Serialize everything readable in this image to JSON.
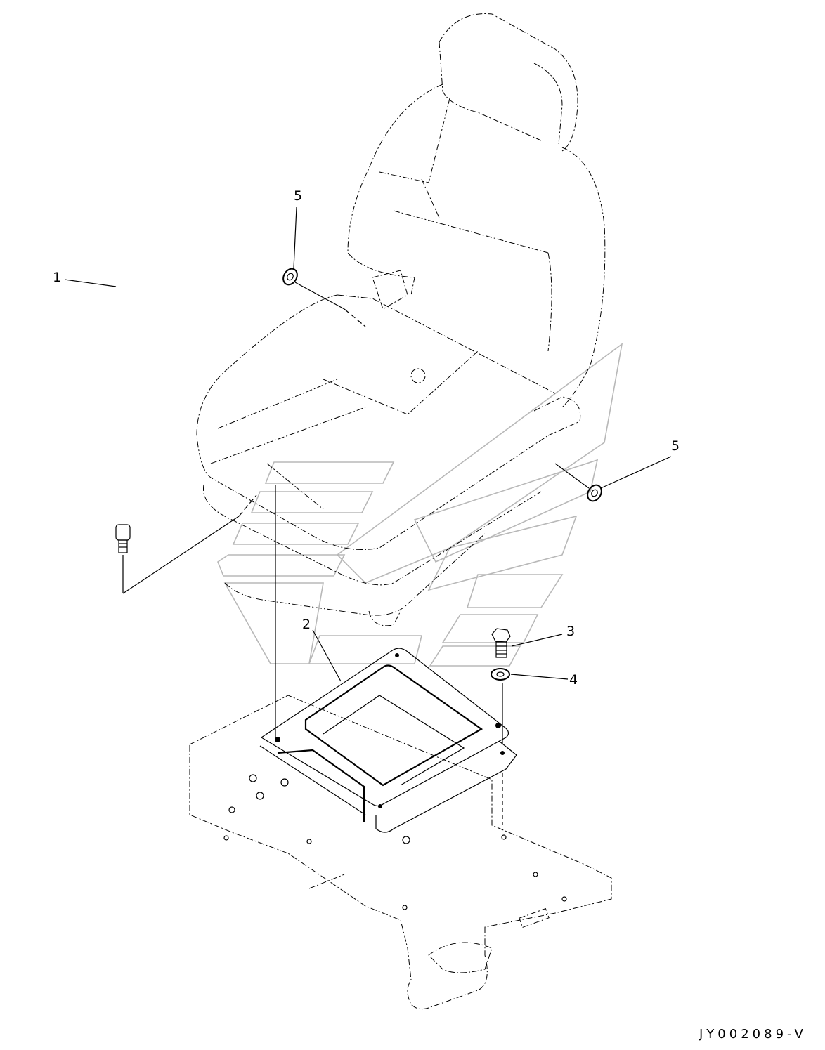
{
  "diagram": {
    "figure_id": "JY002089-V",
    "callouts": [
      {
        "id": "callout-1",
        "label": "1"
      },
      {
        "id": "callout-2",
        "label": "2"
      },
      {
        "id": "callout-3",
        "label": "3"
      },
      {
        "id": "callout-4",
        "label": "4"
      },
      {
        "id": "callout-5a",
        "label": "5"
      },
      {
        "id": "callout-5b",
        "label": "5"
      }
    ]
  }
}
